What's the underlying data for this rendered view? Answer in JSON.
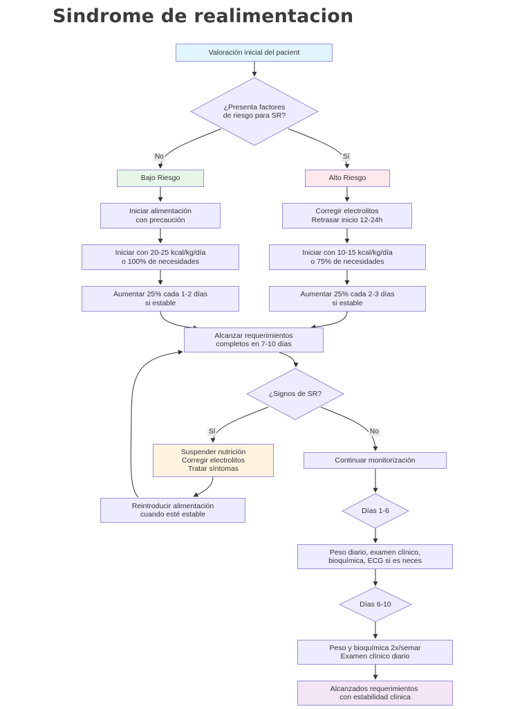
{
  "title": "Sindrome de realimentacion",
  "colors": {
    "default_fill": "#ececfe",
    "default_stroke": "#9b8fd6",
    "low_risk_fill": "#e8f5e9",
    "high_risk_fill": "#fde8ec",
    "stop_fill": "#fff3e0",
    "final_fill": "#f3e5f5",
    "start_fill": "#e1f5fe",
    "edge": "#333333"
  },
  "nodes": {
    "start": "Valoración inicial del pacient",
    "risk_question": "¿Presenta factores\nde riesgo para SR?",
    "low_risk": "Bajo Riesgo",
    "high_risk": "Alto Riesgo",
    "low_step1": "Iniciar alimentación\ncon precaución",
    "high_step1": "Corregir electrolitos\nRetrasar inicio 12-24h",
    "low_step2": "Iniciar con 20-25 kcal/kg/día\no 100% de necesidades",
    "high_step2": "Iniciar con 10-15 kcal/kg/día\no 75% de necesidades",
    "low_step3": "Aumentar 25% cada 1-2 días\nsi estable",
    "high_step3": "Aumentar 25% cada 2-3 días\nsi estable",
    "reach_requirements": "Alcanzar requerimientos\ncompletos en 7-10 días",
    "signs_question": "¿Signos de SR?",
    "stop_nutrition": "Suspender nutrición\nCorregir electrolitos\nTratar síntomas",
    "continue_monitoring": "Continuar monitorización",
    "reintroduce": "Reintroducir alimentación\ncuando esté estable",
    "days_1_6": "Días 1-6",
    "daily_checks": "Peso diario, examen clínico,\nbioquímica, ECG si es neces",
    "days_6_10": "Días 6-10",
    "twice_weekly": "Peso y bioquímica 2x/semar\nExamen clínico diario",
    "final": "Alcanzados requerimientos \ncon estabilidad clínica"
  },
  "edge_labels": {
    "no_1": "No",
    "yes_1": "Sí",
    "yes_2": "Sí",
    "no_2": "No"
  }
}
